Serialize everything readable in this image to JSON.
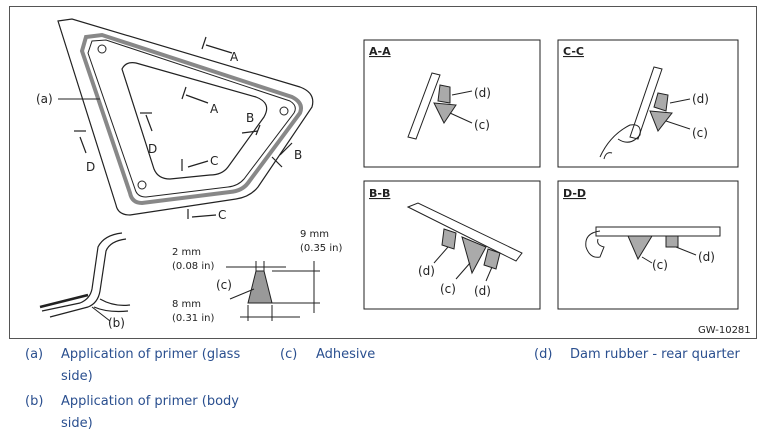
{
  "figure": {
    "figure_id": "GW-10281",
    "main_labels": {
      "a": "(a)",
      "b": "(b)",
      "c": "(c)",
      "sec_A": "A",
      "sec_A2": "A",
      "sec_B": "B",
      "sec_B2": "B",
      "sec_C": "C",
      "sec_C2": "C",
      "sec_D": "D",
      "sec_D2": "D"
    },
    "dimensions": {
      "width_mm": "2 mm",
      "width_in": "(0.08 in)",
      "height_mm": "9 mm",
      "height_in": "(0.35 in)",
      "base_mm": "8 mm",
      "base_in": "(0.31 in)"
    },
    "sections": [
      {
        "title": "A-A",
        "labels": [
          "(d)",
          "(c)"
        ]
      },
      {
        "title": "C-C",
        "labels": [
          "(d)",
          "(c)"
        ]
      },
      {
        "title": "B-B",
        "labels": [
          "(d)",
          "(c)",
          "(d)"
        ]
      },
      {
        "title": "D-D",
        "labels": [
          "(c)",
          "(d)"
        ]
      }
    ]
  },
  "legend": [
    {
      "key": "(a)",
      "text_line1": "Application of primer (glass",
      "text_line2": "side)"
    },
    {
      "key": "(b)",
      "text_line1": "Application of primer (body",
      "text_line2": "side)"
    },
    {
      "key": "(c)",
      "text_line1": "Adhesive",
      "text_line2": ""
    },
    {
      "key": "(d)",
      "text_line1": "Dam rubber - rear quarter",
      "text_line2": ""
    }
  ]
}
